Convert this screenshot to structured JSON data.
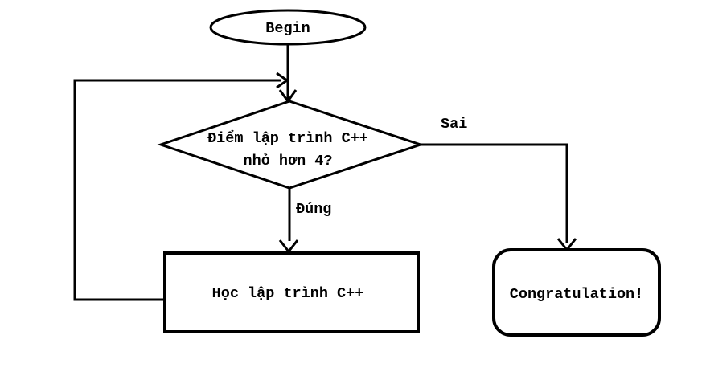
{
  "diagram": {
    "background_color": "#ffffff",
    "stroke_color": "#000000",
    "text_color": "#000000",
    "nodes": {
      "begin": {
        "type": "terminator-ellipse",
        "label": "Begin"
      },
      "decision": {
        "type": "decision-diamond",
        "label_line1": "Điểm lập trình C++",
        "label_line2": "nhỏ hơn 4?"
      },
      "process": {
        "type": "process-rectangle",
        "label": "Học lập trình C++"
      },
      "congratulation": {
        "type": "rounded-rectangle",
        "label": "Congratulation!"
      }
    },
    "edge_labels": {
      "false_branch": "Sai",
      "true_branch": "Đúng"
    }
  }
}
